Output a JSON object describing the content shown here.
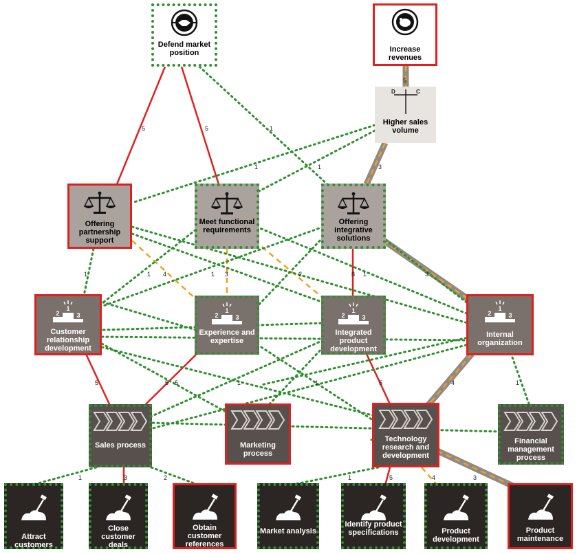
{
  "nodes": {
    "defend": "Defend market position",
    "increase": "Increase revenues",
    "higher_sales": "Higher sales volume",
    "higher_sales_d": "D",
    "higher_sales_c": "C",
    "offering_partnership": "Offering partnership support",
    "meet_functional": "Meet functional requirements",
    "offering_integrative": "Offering integrative solutions",
    "crm": "Customer relationship development",
    "experience": "Experience and expertise",
    "integrated": "Integrated product development",
    "internal": "Internal organization",
    "sales": "Sales process",
    "marketing": "Marketing process",
    "tech": "Technology research and development",
    "financial": "Financial management process",
    "attract": "Attract customers",
    "close": "Close customer deals",
    "obtain": "Obtain customer references",
    "market": "Market analysis",
    "identify": "Identify product specifications",
    "product_dev": "Product development",
    "product_maint": "Product maintenance"
  },
  "edge_labels": {
    "defend_partnership": "5",
    "defend_meet": "5",
    "defend_integrative": "1",
    "increase_higher": "5",
    "higher_integrative": "3",
    "higher_partnership": "1",
    "higher_meet": "1",
    "partnership_crm": "1",
    "partnership_experience": "4",
    "meet_crm": "1",
    "meet_experience": "3",
    "meet_integrated": "1",
    "meet_integrated2": "2",
    "integrative_internal": "3",
    "integrative_integrated": "8",
    "integrative_internal2": "1",
    "crm_sales": "5",
    "experience_sales": "5",
    "crm_marketing": "5",
    "experience_marketing": "1",
    "integrated_tech": "5",
    "internal_tech": "4",
    "internal_financial": "1",
    "sales_tech": "1",
    "sales_attract": "1",
    "sales_close": "3",
    "sales_obtain": "2",
    "tech_market": "1",
    "tech_identify": "5",
    "tech_productdev": "4",
    "tech_productmaint": "3"
  },
  "colors": {
    "red": "#e0201e",
    "green": "#2f8f2f",
    "orange": "#f0a020",
    "gray_road": "#8f8a86"
  },
  "icons": {
    "defend": "handshake-target-icon",
    "increase": "piggybank-target-icon",
    "higher_sales": "d-c-balance-icon",
    "values": "scales-icon",
    "capabilities": "podium-icon",
    "processes": "chevron-process-icon",
    "activities": "shovel-icon"
  }
}
